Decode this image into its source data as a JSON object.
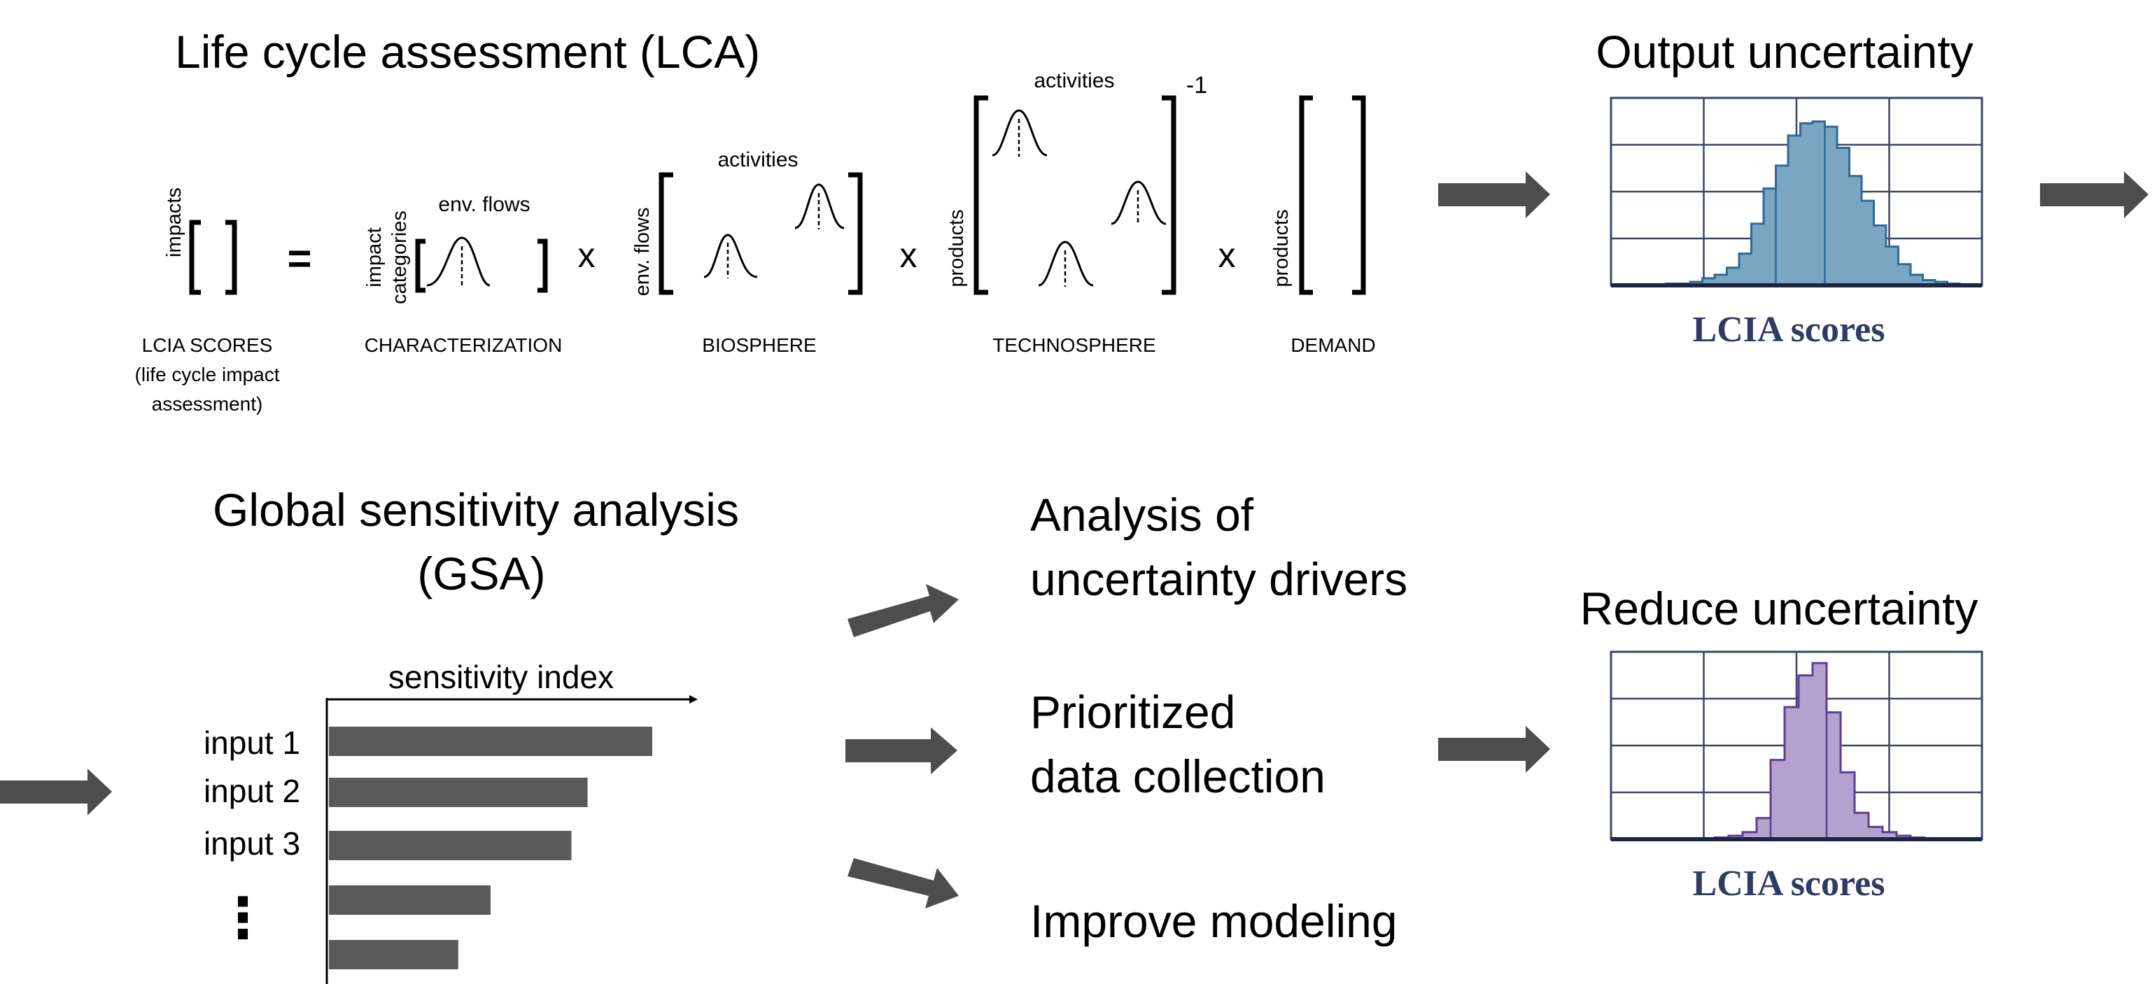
{
  "lca": {
    "title": "Life cycle assessment (LCA)",
    "equals": "=",
    "times": "x",
    "inverse": "-1",
    "impacts": {
      "row_label": "impacts",
      "caption_lines": [
        "LCIA SCORES",
        "(life cycle impact",
        "assessment)"
      ]
    },
    "characterization": {
      "row_label_lines": [
        "impact",
        "categories"
      ],
      "col_label": "env. flows",
      "caption": "CHARACTERIZATION"
    },
    "biosphere": {
      "row_label": "env. flows",
      "col_label": "activities",
      "caption": "BIOSPHERE"
    },
    "technosphere": {
      "row_label": "products",
      "col_label": "activities",
      "caption": "TECHNOSPHERE"
    },
    "demand": {
      "row_label": "products",
      "caption": "DEMAND"
    }
  },
  "output_uncertainty": {
    "title": "Output uncertainty",
    "histogram_label": "LCIA scores",
    "fill_color": "#7aa6c2",
    "stroke_color": "#2e6a96",
    "bins": [
      0.01,
      0.01,
      0.02,
      0.04,
      0.06,
      0.1,
      0.18,
      0.35,
      0.55,
      0.68,
      0.85,
      0.92,
      0.93,
      0.9,
      0.78,
      0.62,
      0.48,
      0.34,
      0.22,
      0.12,
      0.06,
      0.03,
      0.02,
      0.01
    ]
  },
  "gsa": {
    "title_lines": [
      "Global sensitivity analysis",
      "(GSA)"
    ],
    "axis_label": "sensitivity index",
    "inputs": [
      "input 1",
      "input 2",
      "input 3"
    ],
    "ellipsis": "⋮",
    "bar_values": [
      1.0,
      0.8,
      0.75,
      0.5,
      0.4
    ],
    "bar_color": "#5a5a5a"
  },
  "outcomes": [
    "Analysis of|uncertainty drivers",
    "Prioritized|data collection",
    "Improve modeling"
  ],
  "reduce_uncertainty": {
    "title": "Reduce uncertainty",
    "histogram_label": "LCIA scores",
    "fill_color": "#b3a2cf",
    "stroke_color": "#5c3f8f",
    "bins": [
      0.0,
      0.0,
      0.0,
      0.01,
      0.02,
      0.04,
      0.12,
      0.45,
      0.75,
      0.93,
      1.0,
      0.72,
      0.38,
      0.15,
      0.07,
      0.04,
      0.02,
      0.01,
      0.0,
      0.0
    ]
  }
}
